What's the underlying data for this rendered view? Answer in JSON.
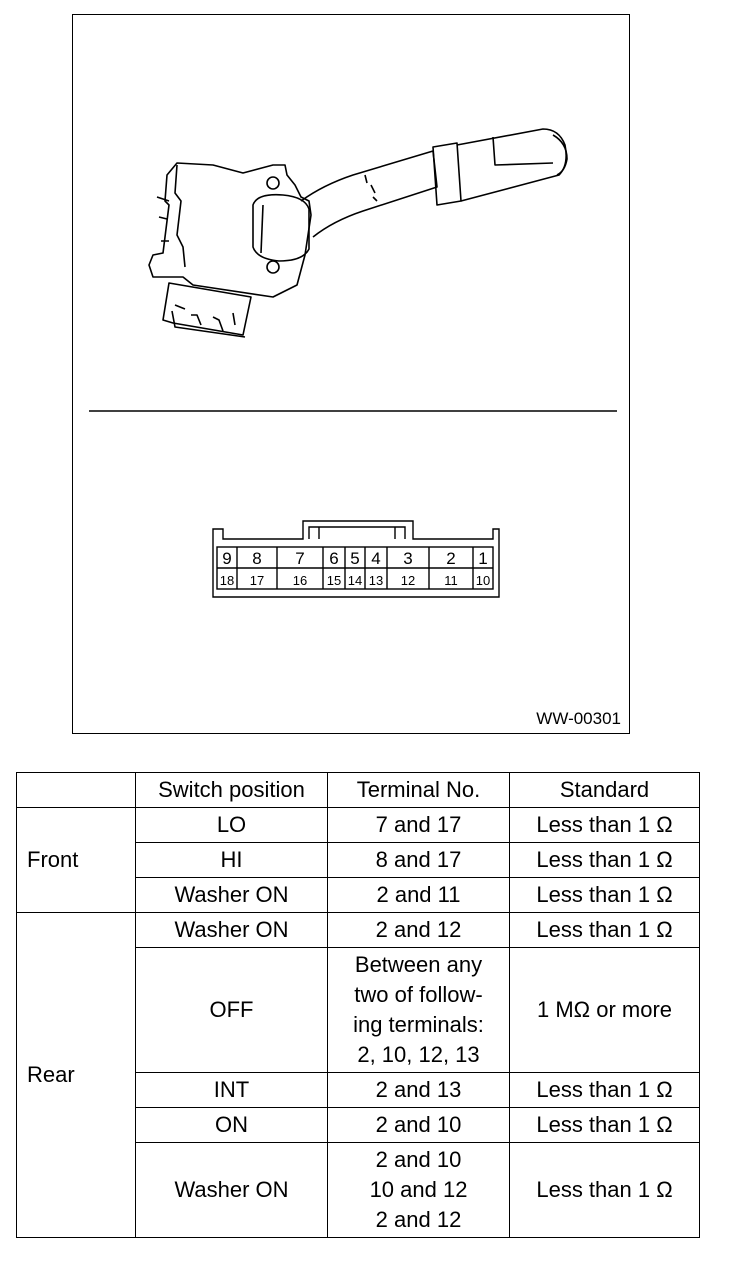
{
  "figure": {
    "id": "WW-00301",
    "connector_top_row": [
      "9",
      "8",
      "7",
      "6",
      "5",
      "4",
      "3",
      "2",
      "1"
    ],
    "connector_bottom_row": [
      "18",
      "17",
      "16",
      "15",
      "14",
      "13",
      "12",
      "11",
      "10"
    ]
  },
  "table": {
    "headers": [
      "",
      "Switch position",
      "Terminal No.",
      "Standard"
    ],
    "groups": [
      {
        "name": "Front",
        "rows": [
          {
            "position": "LO",
            "terminal": "7 and 17",
            "standard": "Less than 1 Ω"
          },
          {
            "position": "HI",
            "terminal": "8 and 17",
            "standard": "Less than 1 Ω"
          },
          {
            "position": "Washer ON",
            "terminal": "2 and 11",
            "standard": "Less than 1 Ω"
          }
        ]
      },
      {
        "name": "Rear",
        "rows": [
          {
            "position": "Washer ON",
            "terminal": "2 and 12",
            "standard": "Less than 1 Ω"
          },
          {
            "position": "OFF",
            "terminal": "Between any\ntwo of follow-\ning terminals:\n2, 10, 12, 13",
            "standard": "1 MΩ or more"
          },
          {
            "position": "INT",
            "terminal": "2 and 13",
            "standard": "Less than 1 Ω"
          },
          {
            "position": "ON",
            "terminal": "2 and 10",
            "standard": "Less than 1 Ω"
          },
          {
            "position": "Washer ON",
            "terminal": "2 and 10\n10 and 12\n2 and 12",
            "standard": "Less than 1 Ω"
          }
        ]
      }
    ]
  }
}
